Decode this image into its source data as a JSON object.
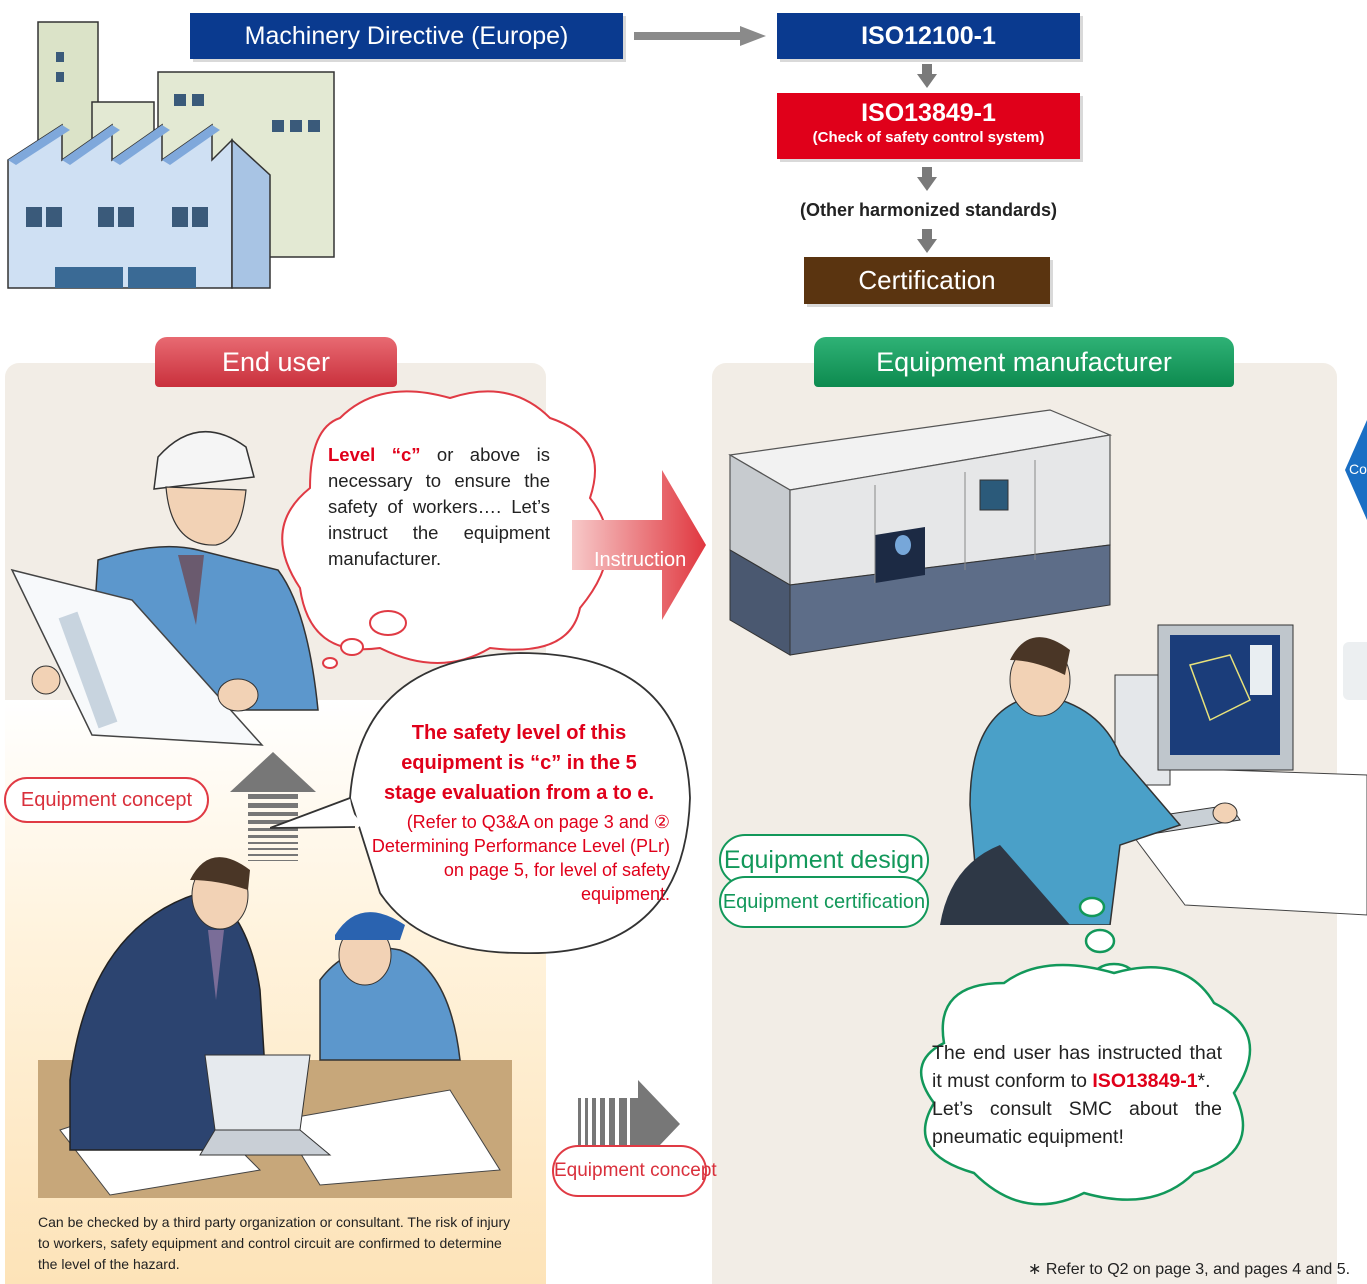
{
  "top_flow": {
    "machinery_directive": "Machinery Directive (Europe)",
    "iso12100": "ISO12100-1",
    "iso13849_title": "ISO13849-1",
    "iso13849_sub": "(Check of safety control system)",
    "other_standards": "(Other harmonized standards)",
    "certification": "Certification"
  },
  "end_user": {
    "header": "End user",
    "bubble_level": "Level “c”",
    "bubble_text": " or above is necessary to ensure the safety of workers…. Let’s instruct the equipment manufacturer.",
    "instruction_label": "Instruction",
    "concept_label": "Equipment concept",
    "speech_red": "The safety level of this equipment is “c” in the 5 stage evaluation from a to e.",
    "speech_ref": "(Refer to Q3&A on page 3 and ② Determining Performance Level (PLr) on page 5, for level of safety equipment.",
    "caption": "Can be checked by a third party organization or consultant. The risk of injury to workers, safety equipment and control circuit are confirmed to determine the level of the hazard."
  },
  "manufacturer": {
    "header": "Equipment manufacturer",
    "design_label": "Equipment design",
    "certification_label": "Equipment certification",
    "concept_label": "Equipment concept",
    "bubble_text_1": "The end user has instructed that it must conform to",
    "bubble_iso": "ISO13849-1",
    "bubble_asterisk": "*.",
    "bubble_text_2": "Let’s consult SMC about the pneumatic equipment!",
    "footnote": "∗ Refer to Q2 on page 3, and pages 4 and 5."
  },
  "edge": {
    "tab_text": "Co"
  },
  "colors": {
    "blue_box": "#0a3a8f",
    "red_box": "#e0001a",
    "brown_box": "#5a3410",
    "red_header": "#d9434f",
    "green_header": "#12985a",
    "panel_bg": "#f2ede6"
  }
}
